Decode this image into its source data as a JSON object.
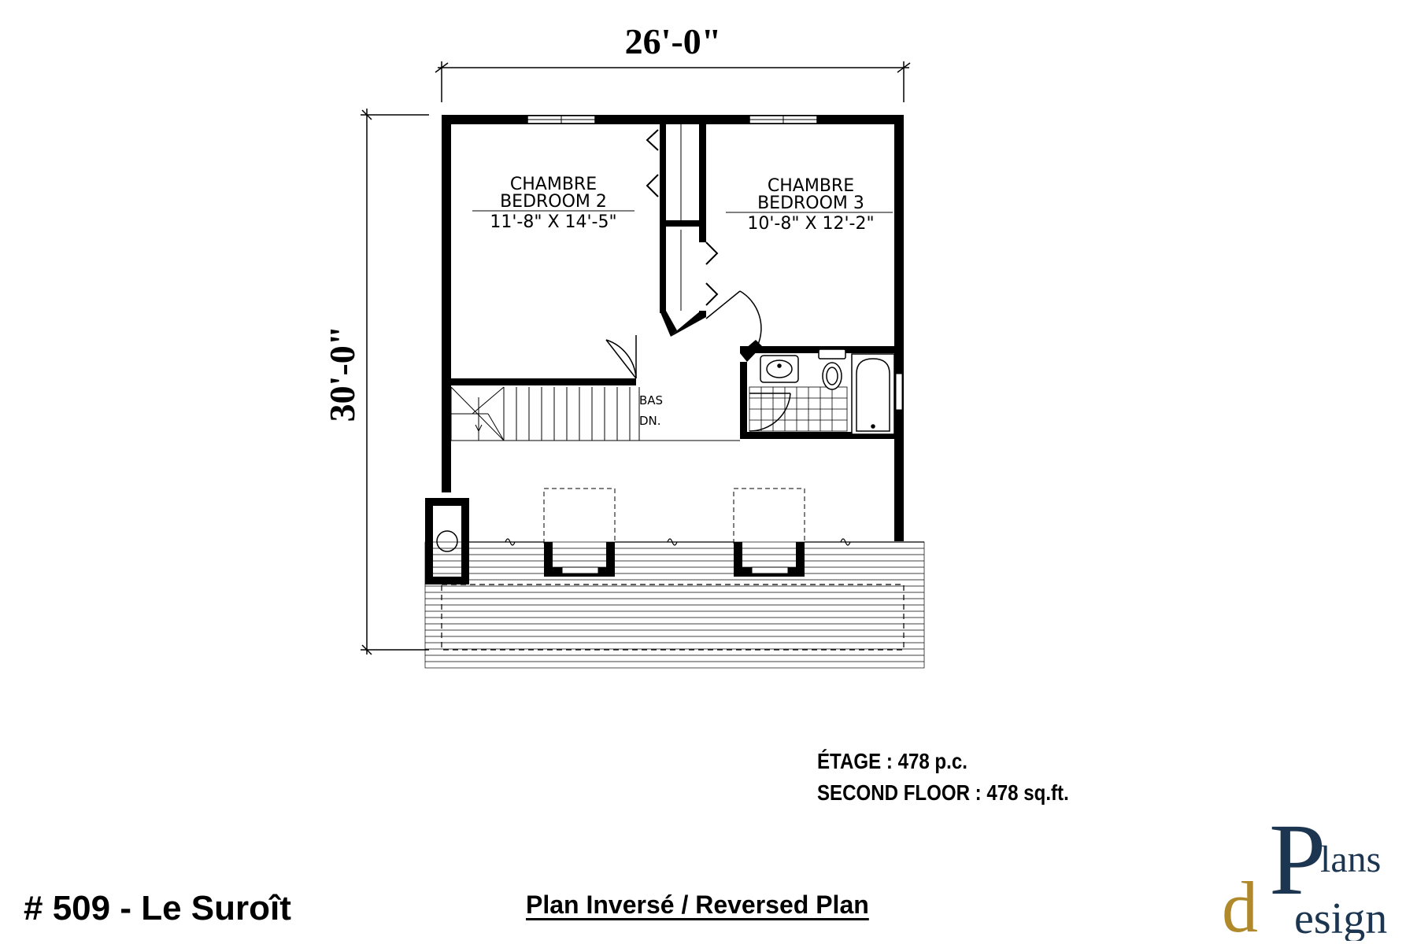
{
  "dimensions": {
    "width_label": "26'-0\"",
    "depth_label": "30'-0\""
  },
  "rooms": [
    {
      "name_fr": "CHAMBRE",
      "name_en": "BEDROOM 2",
      "size": "11'-8\" X 14'-5\""
    },
    {
      "name_fr": "CHAMBRE",
      "name_en": "BEDROOM 3",
      "size": "10'-8\" X 12'-2\""
    }
  ],
  "stairs": {
    "label_fr": "BAS",
    "label_en": "DN."
  },
  "area": {
    "line_fr": "ÉTAGE : 478 p.c.",
    "line_en": "SECOND FLOOR : 478 sq.ft."
  },
  "plan_number": "# 509 - Le Suroît",
  "plan_note": "Plan Inversé / Reversed Plan",
  "logo": {
    "text_top": "Plans",
    "text_bottom": "Design",
    "color_dark": "#1c3550",
    "color_gold": "#b08a2a"
  }
}
